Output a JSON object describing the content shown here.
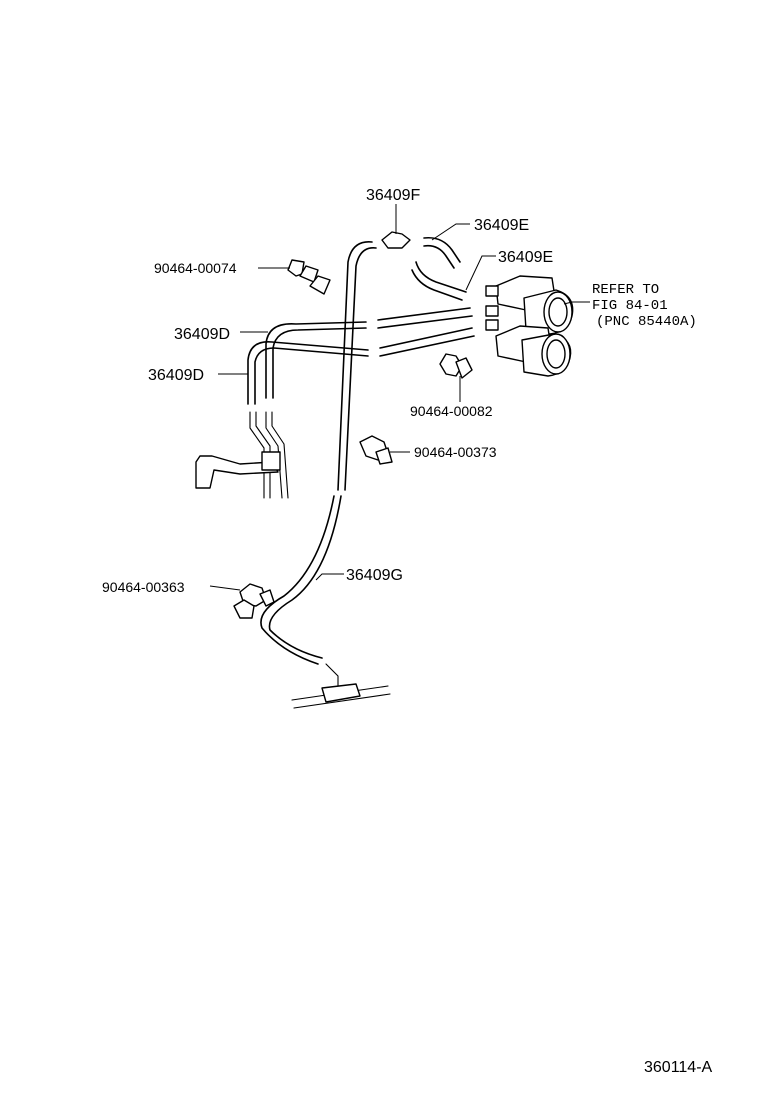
{
  "labels": {
    "p36409F": "36409F",
    "p36409E_1": "36409E",
    "p36409E_2": "36409E",
    "p90464_00074": "90464-00074",
    "p36409D_1": "36409D",
    "p36409D_2": "36409D",
    "p90464_00082": "90464-00082",
    "p90464_00373": "90464-00373",
    "p90464_00363": "90464-00363",
    "p36409G": "36409G"
  },
  "reference": {
    "line1": "REFER TO",
    "line2": "FIG 84-01",
    "line3": "(PNC 85440A)"
  },
  "figure_id": "360114-A"
}
